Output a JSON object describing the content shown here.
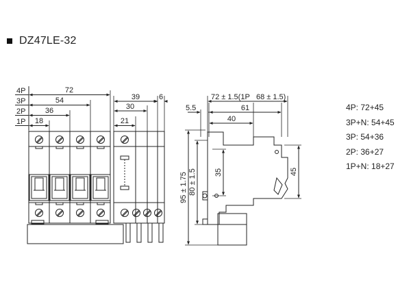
{
  "title": "DZ47LE-32",
  "front_view": {
    "poles": [
      "4P",
      "3P",
      "2P",
      "1P"
    ],
    "pole_widths": [
      "72",
      "54",
      "36",
      "18"
    ],
    "module_dims": [
      "39",
      "30",
      "21",
      "6"
    ]
  },
  "side_view": {
    "top_dims": [
      "72 ± 1.5(1P",
      "68 ± 1.5)"
    ],
    "depth_61": "61",
    "depth_40": "40",
    "depth_5_5": "5.5",
    "height_total": "95 ± 1.75",
    "height_body": "80 ± 1.5",
    "height_rail": "35",
    "height_45": "45"
  },
  "specs": [
    "4P: 72+45",
    "3P+N: 54+45",
    "3P: 54+36",
    "2P: 36+27",
    "1P+N: 18+27"
  ]
}
